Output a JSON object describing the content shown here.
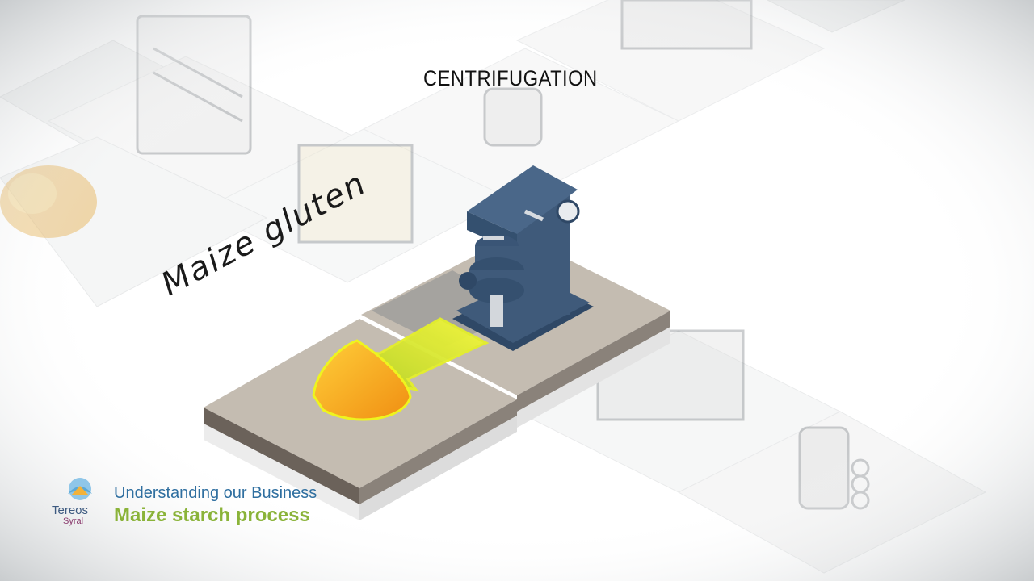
{
  "scene": {
    "stage_title": "CENTRIFUGATION",
    "product_label": "Maize gluten"
  },
  "branding": {
    "logo_name": "Tereos",
    "logo_sub": "Syral",
    "caption_line1": "Understanding our Business",
    "caption_line2": "Maize starch process"
  },
  "colors": {
    "machine": "#3f5a7a",
    "gluten_fill": "#f3a92a",
    "arrow": "#e6ef2a",
    "tile": "#c4bcb1",
    "caption_blue": "#2f6fa0",
    "caption_green": "#8ab339"
  }
}
